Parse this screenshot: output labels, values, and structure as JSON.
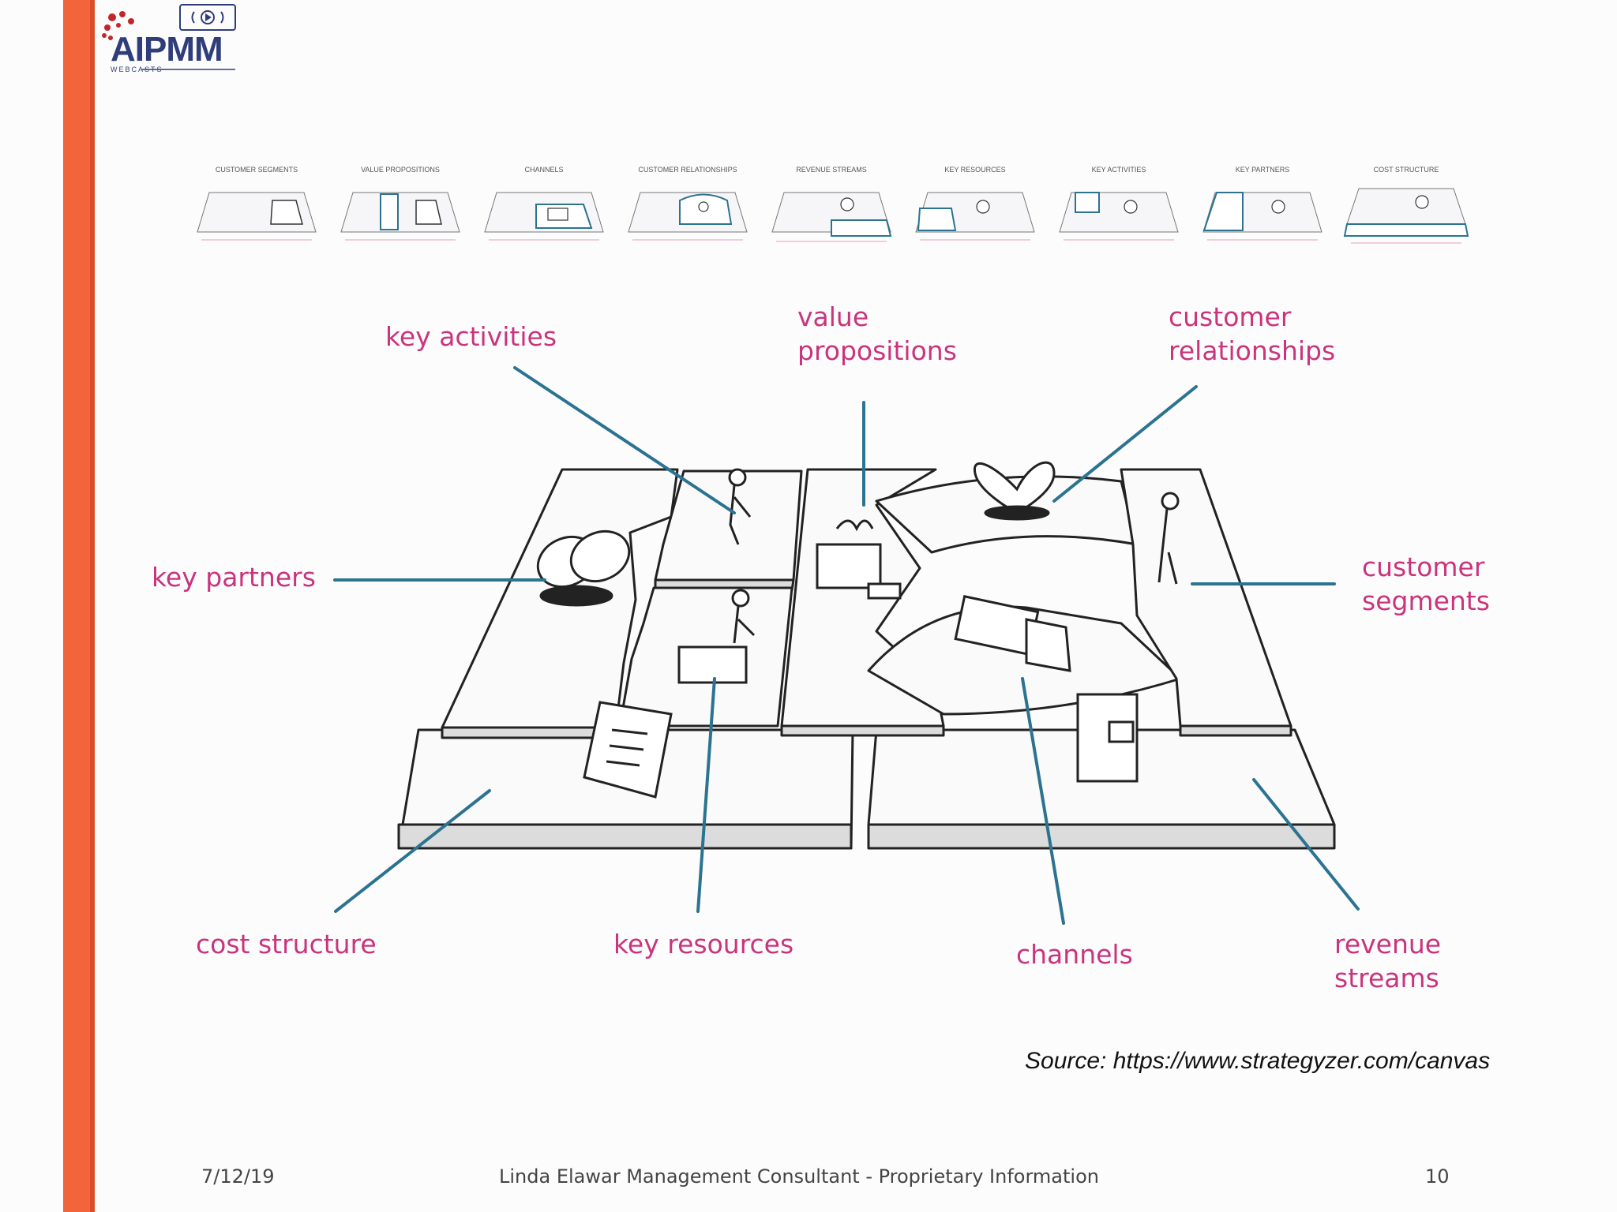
{
  "logo": {
    "text": "AIPMM",
    "subtitle": "WEBCASTS"
  },
  "thumbnails": [
    {
      "title": "CUSTOMER SEGMENTS"
    },
    {
      "title": "VALUE PROPOSITIONS"
    },
    {
      "title": "CHANNELS"
    },
    {
      "title": "CUSTOMER RELATIONSHIPS"
    },
    {
      "title": "REVENUE STREAMS"
    },
    {
      "title": "KEY RESOURCES"
    },
    {
      "title": "KEY ACTIVITIES"
    },
    {
      "title": "KEY PARTNERS"
    },
    {
      "title": "COST STRUCTURE"
    }
  ],
  "labels": {
    "key_activities": "key activities",
    "value_propositions_1": "value",
    "value_propositions_2": "propositions",
    "customer_relationships_1": "customer",
    "customer_relationships_2": "relationships",
    "key_partners": "key partners",
    "customer_segments_1": "customer",
    "customer_segments_2": "segments",
    "cost_structure": "cost structure",
    "key_resources": "key resources",
    "channels": "channels",
    "revenue_streams_1": "revenue",
    "revenue_streams_2": "streams"
  },
  "source": "Source: https://www.strategyzer.com/canvas",
  "footer": {
    "date": "7/12/19",
    "center": "Linda Elawar Management Consultant - Proprietary  Information",
    "page": "10"
  },
  "colors": {
    "accent_bar": "#f2643a",
    "label": "#c9347d",
    "leader_line": "#2b7390",
    "logo": "#2f3e7a"
  }
}
